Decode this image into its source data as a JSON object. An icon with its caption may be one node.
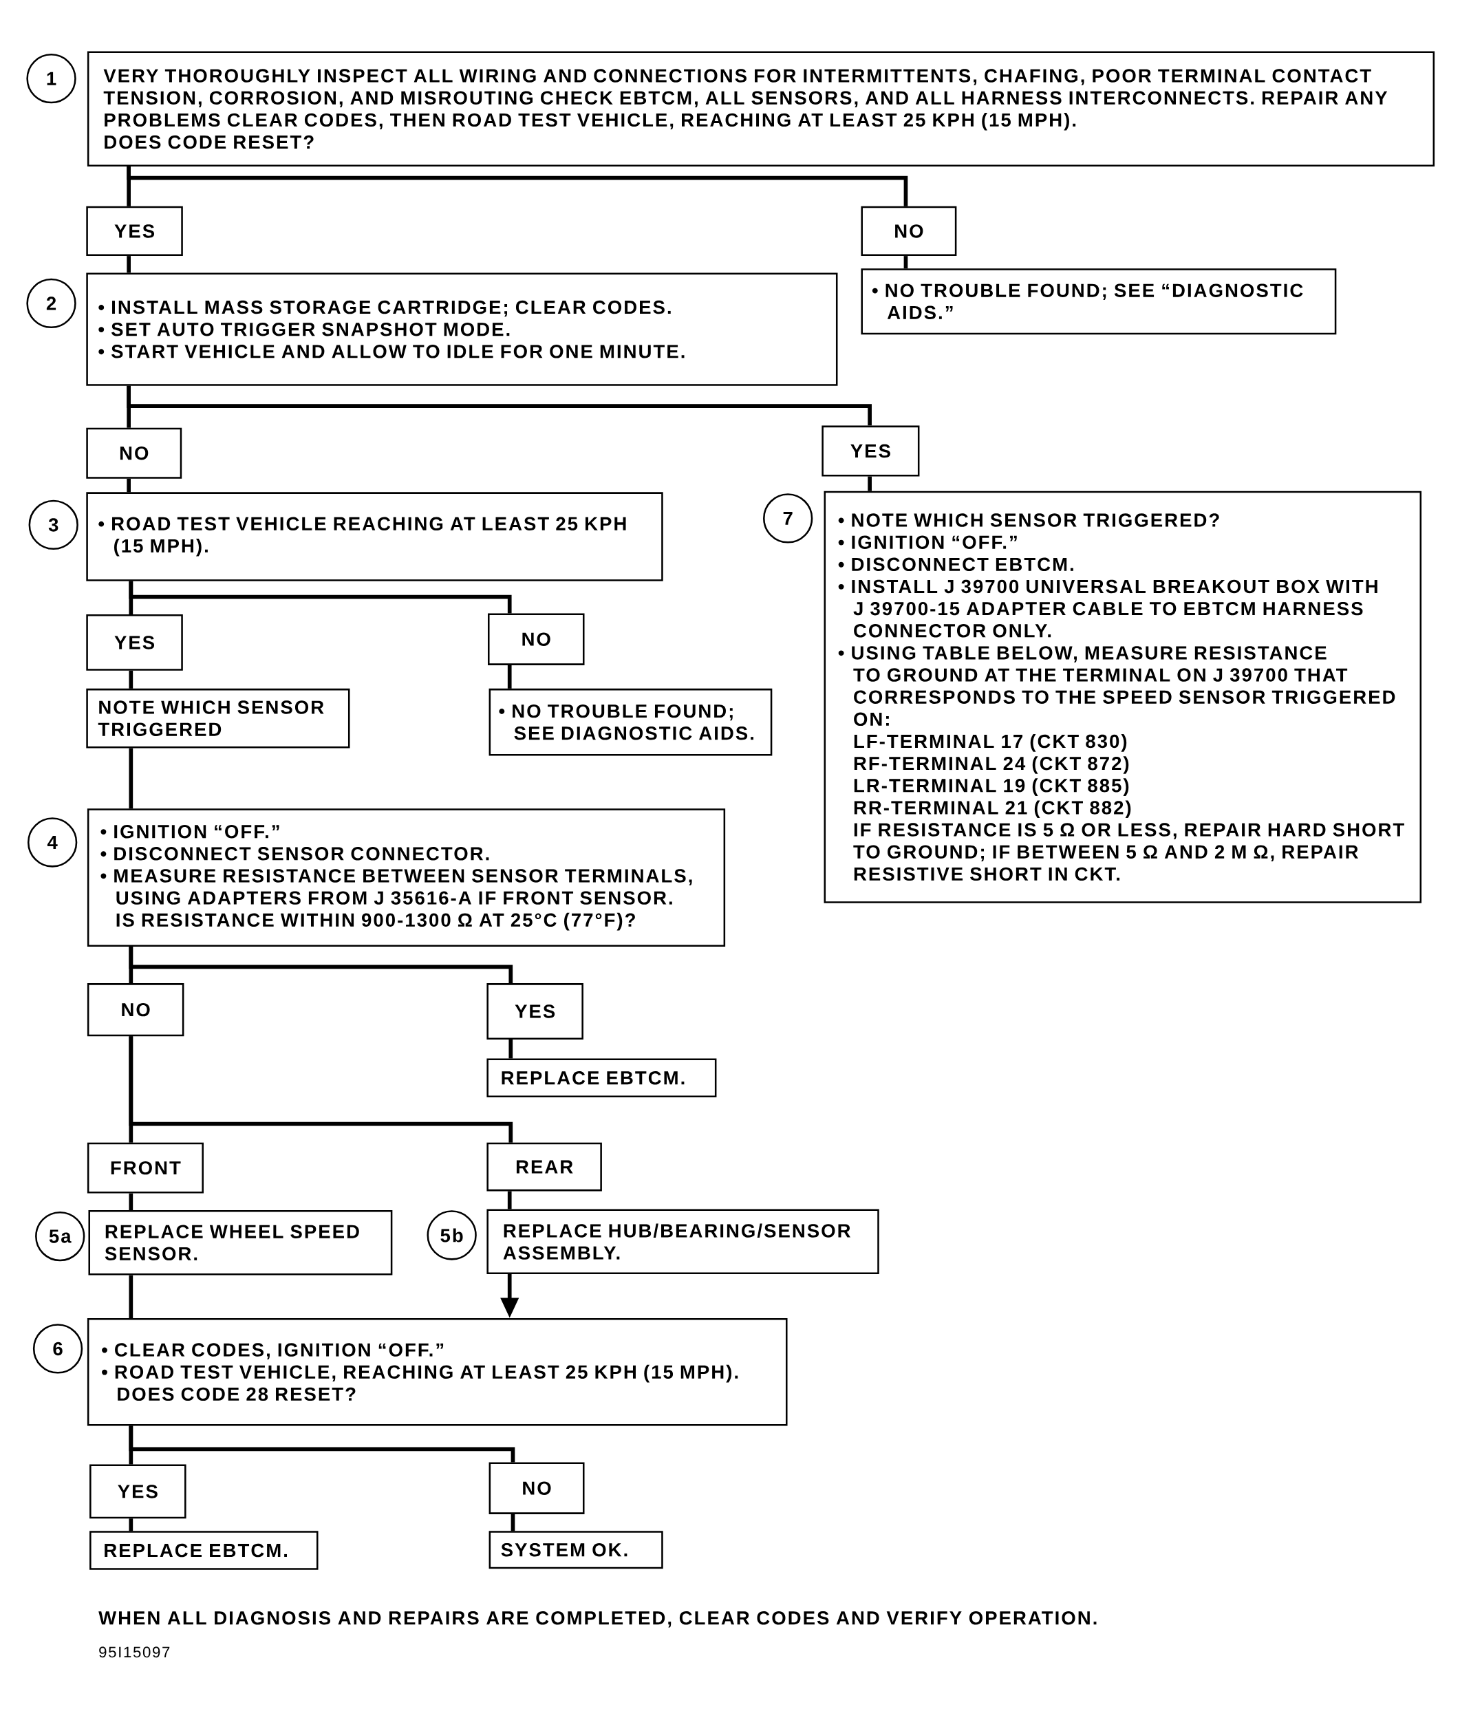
{
  "diagram": {
    "nodes": [
      {
        "text": [
          "1"
        ]
      },
      {
        "text": [
          "VERY THOROUGHLY INSPECT ALL WIRING AND CONNECTIONS FOR INTERMITTENTS, CHAFING, POOR TERMINAL CONTACT TENSION, CORROSION, AND MISROUTING CHECK EBTCM, ALL SENSORS, AND ALL HARNESS INTERCONNECTS. REPAIR ANY PROBLEMS CLEAR CODES, THEN ROAD TEST VEHICLE, REACHING AT LEAST 25 KPH (15 MPH).",
          "DOES CODE RESET?"
        ]
      },
      {
        "text": [
          "YES"
        ]
      },
      {
        "text": [
          "NO"
        ]
      },
      {
        "text": [
          "2"
        ]
      },
      {
        "text": [
          "• INSTALL MASS STORAGE CARTRIDGE; CLEAR CODES.",
          "• SET AUTO TRIGGER SNAPSHOT MODE.",
          "• START VEHICLE AND ALLOW TO IDLE FOR ONE MINUTE."
        ]
      },
      {
        "text": [
          "• NO TROUBLE FOUND; SEE “DIAGNOSTIC AIDS.”"
        ]
      },
      {
        "text": [
          "NO"
        ]
      },
      {
        "text": [
          "YES"
        ]
      },
      {
        "text": [
          "3"
        ]
      },
      {
        "text": [
          "• ROAD TEST VEHICLE REACHING AT LEAST 25 KPH (15 MPH)."
        ]
      },
      {
        "text": [
          "7"
        ]
      },
      {
        "text": [
          "• NOTE WHICH SENSOR TRIGGERED?",
          "• IGNITION “OFF.”",
          "• DISCONNECT EBTCM.",
          "• INSTALL J 39700 UNIVERSAL BREAKOUT BOX WITH J 39700-15 ADAPTER CABLE TO EBTCM HARNESS CONNECTOR ONLY.",
          "• USING TABLE BELOW, MEASURE RESISTANCE TO GROUND AT THE TERMINAL ON J 39700 THAT CORRESPONDS TO THE SPEED SENSOR TRIGGERED ON:",
          "LF-TERMINAL 17 (CKT 830)",
          "RF-TERMINAL 24 (CKT 872)",
          "LR-TERMINAL 19 (CKT 885)",
          "RR-TERMINAL 21 (CKT 882)",
          "IF RESISTANCE IS 5 Ω OR LESS, REPAIR HARD SHORT TO GROUND; IF BETWEEN 5 Ω AND 2 M Ω, REPAIR RESISTIVE SHORT IN CKT."
        ]
      },
      {
        "text": [
          "YES"
        ]
      },
      {
        "text": [
          "NO"
        ]
      },
      {
        "text": [
          "NOTE WHICH SENSOR TRIGGERED"
        ]
      },
      {
        "text": [
          "• NO TROUBLE FOUND; SEE DIAGNOSTIC AIDS."
        ]
      },
      {
        "text": [
          "4"
        ]
      },
      {
        "text": [
          "• IGNITION “OFF.”",
          "• DISCONNECT SENSOR CONNECTOR.",
          "• MEASURE RESISTANCE BETWEEN SENSOR TERMINALS, USING ADAPTERS FROM J 35616-A IF FRONT SENSOR.",
          "IS RESISTANCE WITHIN 900-1300 Ω AT 25°C (77°F)?"
        ]
      },
      {
        "text": [
          "NO"
        ]
      },
      {
        "text": [
          "YES"
        ]
      },
      {
        "text": [
          "REPLACE EBTCM."
        ]
      },
      {
        "text": [
          "FRONT"
        ]
      },
      {
        "text": [
          "REAR"
        ]
      },
      {
        "text": [
          "5a"
        ]
      },
      {
        "text": [
          "REPLACE WHEEL SPEED SENSOR."
        ]
      },
      {
        "text": [
          "5b"
        ]
      },
      {
        "text": [
          "REPLACE HUB/BEARING/SENSOR ASSEMBLY."
        ]
      },
      {
        "text": [
          "6"
        ]
      },
      {
        "text": [
          "• CLEAR CODES, IGNITION “OFF.”",
          "• ROAD TEST VEHICLE, REACHING AT LEAST 25 KPH (15 MPH).",
          "DOES CODE 28 RESET?"
        ]
      },
      {
        "text": [
          "YES"
        ]
      },
      {
        "text": [
          "NO"
        ]
      },
      {
        "text": [
          "REPLACE EBTCM."
        ]
      },
      {
        "text": [
          "SYSTEM OK."
        ]
      }
    ],
    "edges": [
      {
        "from": 1,
        "to": 2,
        "arrow": "none"
      },
      {
        "from": 1,
        "to": 3,
        "arrow": "none"
      },
      {
        "from": 2,
        "to": 5,
        "arrow": "none"
      },
      {
        "from": 3,
        "to": 6,
        "arrow": "none"
      },
      {
        "from": 5,
        "to": 7,
        "arrow": "none"
      },
      {
        "from": 5,
        "to": 8,
        "arrow": "none"
      },
      {
        "from": 7,
        "to": 10,
        "arrow": "none"
      },
      {
        "from": 8,
        "to": 12,
        "arrow": "none"
      },
      {
        "from": 10,
        "to": 13,
        "arrow": "none"
      },
      {
        "from": 10,
        "to": 14,
        "arrow": "none"
      },
      {
        "from": 13,
        "to": 15,
        "arrow": "none"
      },
      {
        "from": 14,
        "to": 16,
        "arrow": "none"
      },
      {
        "from": 15,
        "to": 18,
        "arrow": "none"
      },
      {
        "from": 18,
        "to": 19,
        "arrow": "none"
      },
      {
        "from": 18,
        "to": 20,
        "arrow": "none"
      },
      {
        "from": 20,
        "to": 21,
        "arrow": "none"
      },
      {
        "from": 19,
        "to": 22,
        "arrow": "none"
      },
      {
        "from": 19,
        "to": 23,
        "arrow": "none"
      },
      {
        "from": 22,
        "to": 25,
        "arrow": "none"
      },
      {
        "from": 23,
        "to": 27,
        "arrow": "none"
      },
      {
        "from": 25,
        "to": 29,
        "arrow": "none"
      },
      {
        "from": 27,
        "to": 29,
        "arrow": "to"
      },
      {
        "from": 29,
        "to": 30,
        "arrow": "none"
      },
      {
        "from": 29,
        "to": 31,
        "arrow": "none"
      },
      {
        "from": 30,
        "to": 32,
        "arrow": "none"
      },
      {
        "from": 31,
        "to": 33,
        "arrow": "none"
      }
    ],
    "labels": [
      "WHEN ALL DIAGNOSIS AND REPAIRS ARE COMPLETED, CLEAR CODES AND VERIFY OPERATION.",
      "95I15097"
    ]
  }
}
